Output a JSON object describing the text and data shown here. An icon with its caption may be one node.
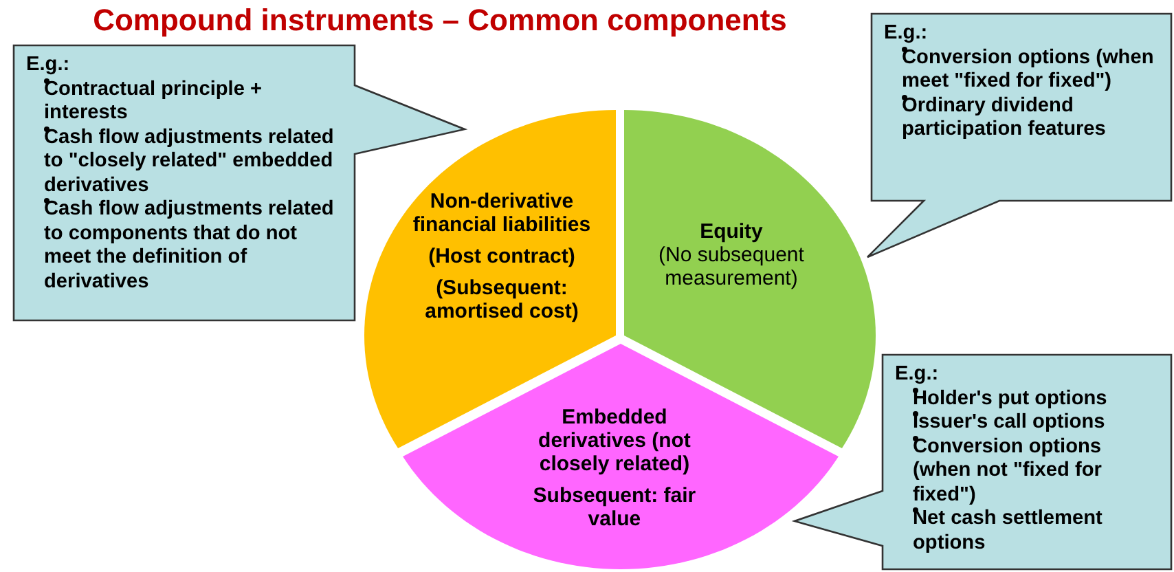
{
  "diagram": {
    "title": "Compound instruments – Common components",
    "nodes": [
      {
        "text": [
          "E.g.:",
          "Contractual principle + interests",
          "Cash flow adjustments related to \"closely related\" embedded derivatives",
          "Cash flow adjustments related to components that do not meet the definition of derivatives"
        ]
      },
      {
        "text": [
          "E.g.:",
          "Conversion options (when meet \"fixed for fixed\")",
          "Ordinary dividend participation features"
        ]
      },
      {
        "text": [
          "Non-derivative financial liabilities",
          "(Host contract)",
          "(Subsequent: amortised cost)"
        ]
      },
      {
        "text": [
          "Equity",
          "(No subsequent measurement)"
        ]
      },
      {
        "text": [
          "Embedded derivatives (not closely related)",
          "Subsequent: fair value"
        ]
      },
      {
        "text": [
          "E.g.:",
          "Holder's put options",
          "Issuer's call options",
          "Conversion options (when not \"fixed for fixed\")",
          "Net cash settlement options"
        ]
      }
    ]
  }
}
